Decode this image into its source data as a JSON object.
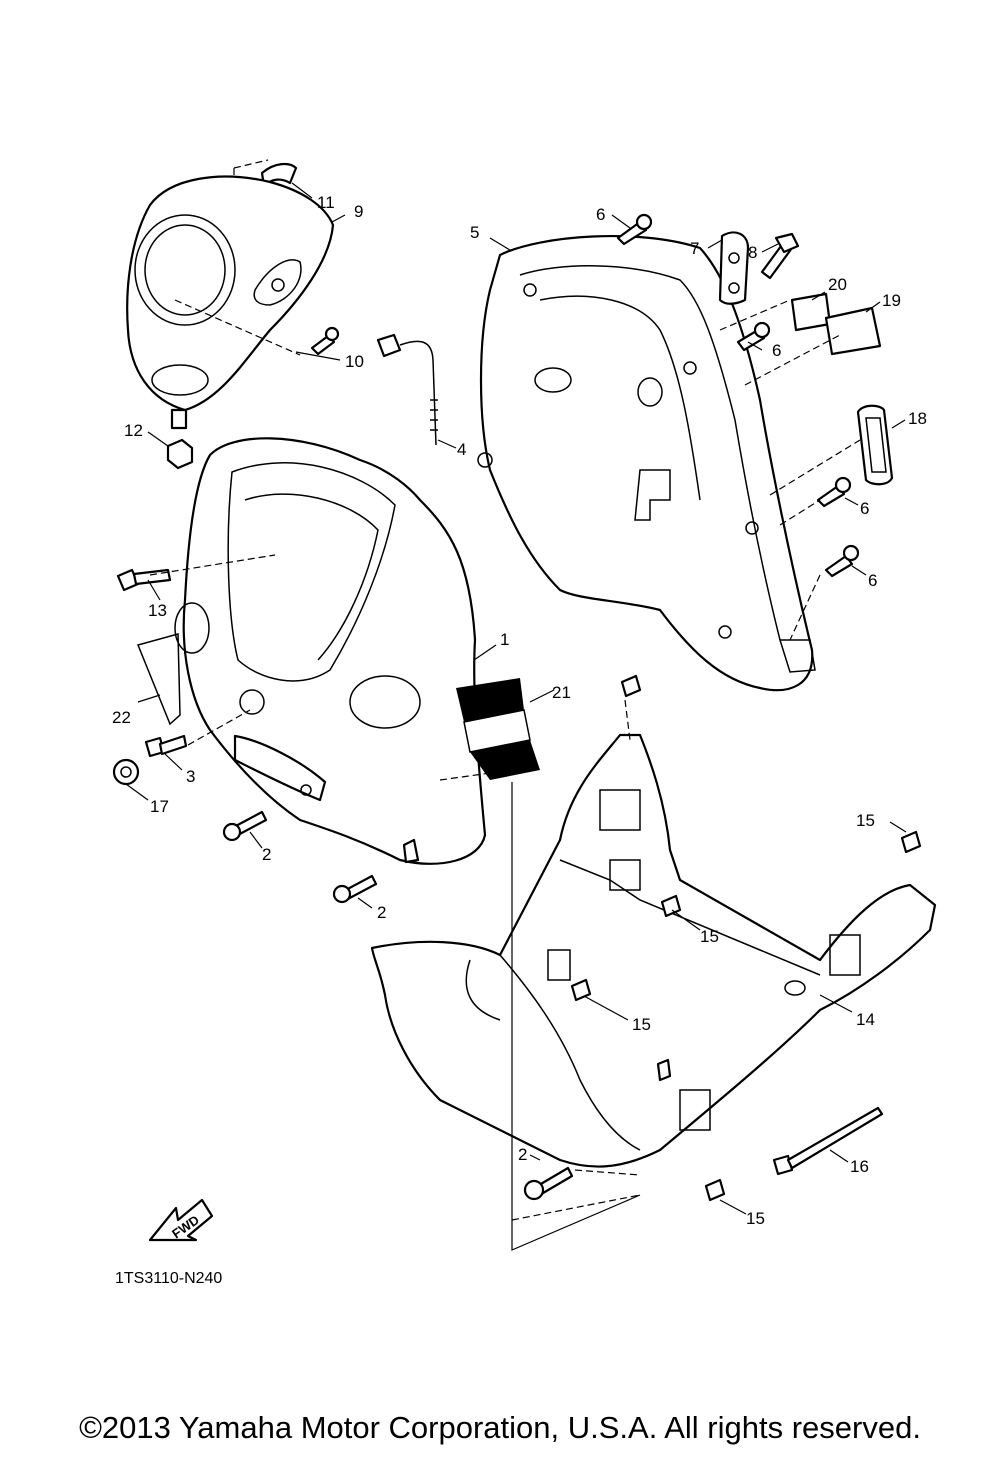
{
  "diagram": {
    "drawing_code": "1TS3110-N240",
    "fwd_label": "FWD",
    "copyright": "©2013 Yamaha Motor Corporation, U.S.A. All rights reserved.",
    "callouts": [
      {
        "id": "c1",
        "label": "1"
      },
      {
        "id": "c2a",
        "label": "2"
      },
      {
        "id": "c2b",
        "label": "2"
      },
      {
        "id": "c2c",
        "label": "2"
      },
      {
        "id": "c3",
        "label": "3"
      },
      {
        "id": "c4",
        "label": "4"
      },
      {
        "id": "c5",
        "label": "5"
      },
      {
        "id": "c6a",
        "label": "6"
      },
      {
        "id": "c6b",
        "label": "6"
      },
      {
        "id": "c6c",
        "label": "6"
      },
      {
        "id": "c6d",
        "label": "6"
      },
      {
        "id": "c7",
        "label": "7"
      },
      {
        "id": "c8",
        "label": "8"
      },
      {
        "id": "c9",
        "label": "9"
      },
      {
        "id": "c10",
        "label": "10"
      },
      {
        "id": "c11",
        "label": "11"
      },
      {
        "id": "c12",
        "label": "12"
      },
      {
        "id": "c13",
        "label": "13"
      },
      {
        "id": "c14",
        "label": "14"
      },
      {
        "id": "c15a",
        "label": "15"
      },
      {
        "id": "c15b",
        "label": "15"
      },
      {
        "id": "c15c",
        "label": "15"
      },
      {
        "id": "c15d",
        "label": "15"
      },
      {
        "id": "c16",
        "label": "16"
      },
      {
        "id": "c17",
        "label": "17"
      },
      {
        "id": "c18",
        "label": "18"
      },
      {
        "id": "c19",
        "label": "19"
      },
      {
        "id": "c20",
        "label": "20"
      },
      {
        "id": "c21",
        "label": "21"
      },
      {
        "id": "c22",
        "label": "22"
      }
    ]
  }
}
